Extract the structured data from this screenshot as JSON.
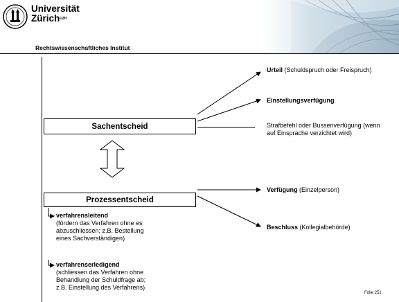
{
  "header": {
    "university_line1": "Universität",
    "university_line2": "Zürich",
    "university_sup": "UZH",
    "institute": "Rechtswissenschaftliches Institut"
  },
  "diagram": {
    "sachentscheid_box": "Sachentscheid",
    "prozessentscheid_box": "Prozessentscheid",
    "outcomes_sach": [
      {
        "bold": "Urteil",
        "rest": " (Schuldspruch oder Freispruch)"
      },
      {
        "bold": "Einstellungsverfügung",
        "rest": ""
      },
      {
        "bold": "",
        "rest": "Strafbefehl oder Bussenverfügung (wenn auf Einsprache verzichtet wird)"
      }
    ],
    "outcomes_prozess": [
      {
        "bold": "Verfügung",
        "rest": " (Einzelperson)"
      },
      {
        "bold": "Beschluss",
        "rest": " (Kollegialbehörde)"
      }
    ],
    "sub_items": [
      {
        "bold": "verfahrensleitend",
        "rest": "(fördern das Verfahren ohne es abzuschliessen; z.B. Bestellung eines Sachverständigen)"
      },
      {
        "bold": "verfahrenserledigend",
        "rest": "(schliessen das Verfahren ohne Behandlung der Schuldfrage ab; z.B. Einstellung des Verfahrens)"
      }
    ]
  },
  "footer": {
    "slide_number": "Folie 251"
  },
  "colors": {
    "line": "#000000",
    "photo_sky": "#c9dbe6"
  }
}
